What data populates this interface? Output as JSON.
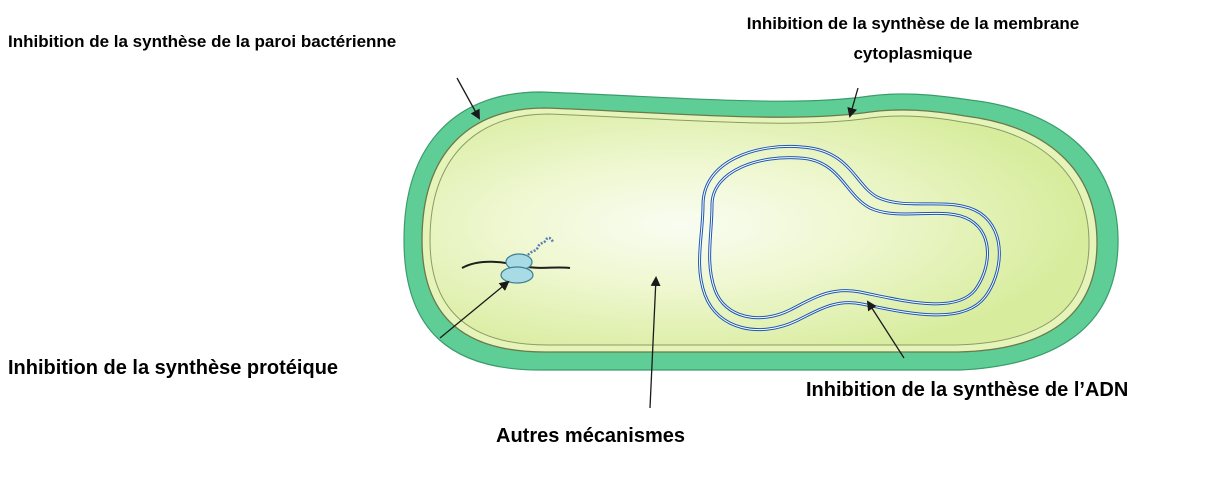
{
  "labels": {
    "cell_wall": "Inhibition de la synthèse de la paroi bactérienne",
    "membrane_line1": "Inhibition de la synthèse de la membrane",
    "membrane_line2": "cytoplasmique",
    "protein": "Inhibition de la synthèse protéique",
    "dna": "Inhibition de la synthèse de l’ADN",
    "other": "Autres mécanismes"
  },
  "colors": {
    "wall": "#5fce96",
    "cytoplasm": "#def0a8",
    "cytoplasm_center": "#f7fcee",
    "dna": "#1d56b3",
    "ribosome": "#a9dbe6",
    "arrow": "#1a1a1a"
  }
}
